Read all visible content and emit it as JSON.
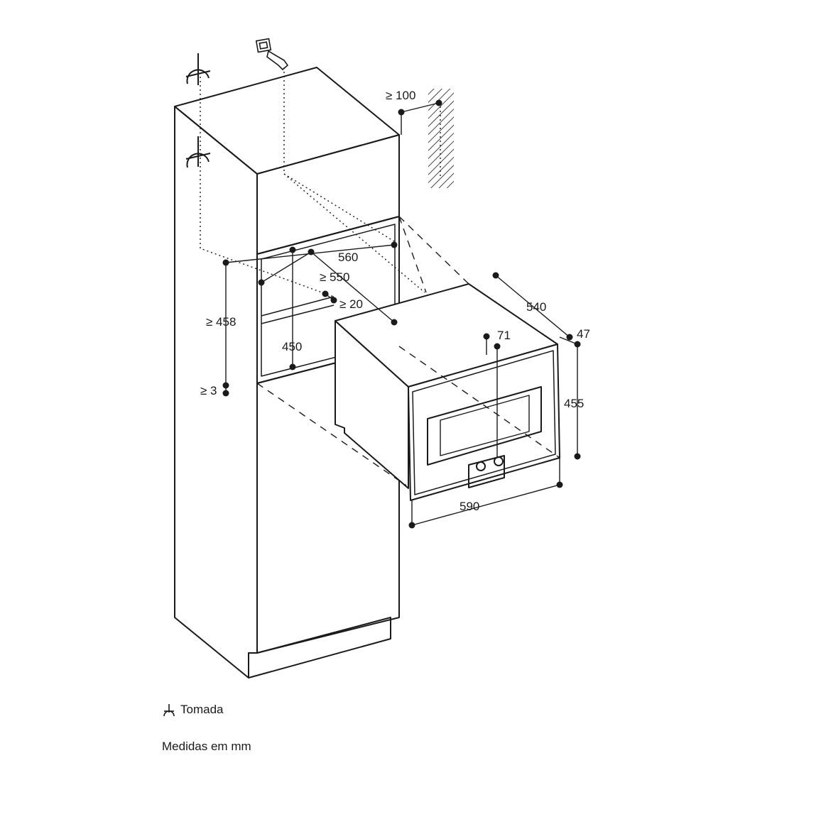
{
  "dimensions": {
    "top_clearance": "≥ 100",
    "niche_width": "560",
    "niche_width_min": "≥ 550",
    "gap_min": "≥ 20",
    "niche_height_min": "≥ 458",
    "inner_height": "450",
    "bottom_gap_min": "≥ 3",
    "depth": "540",
    "panel_depth": "47",
    "control_offset": "71",
    "appliance_height": "455",
    "appliance_width": "590"
  },
  "legend": {
    "socket_label": "Tomada",
    "units_note": "Medidas em mm"
  },
  "icons": {
    "socket": "socket-icon",
    "cable_plug": "plug-icon"
  },
  "colors": {
    "line": "#1a1a1a",
    "background": "#ffffff"
  }
}
